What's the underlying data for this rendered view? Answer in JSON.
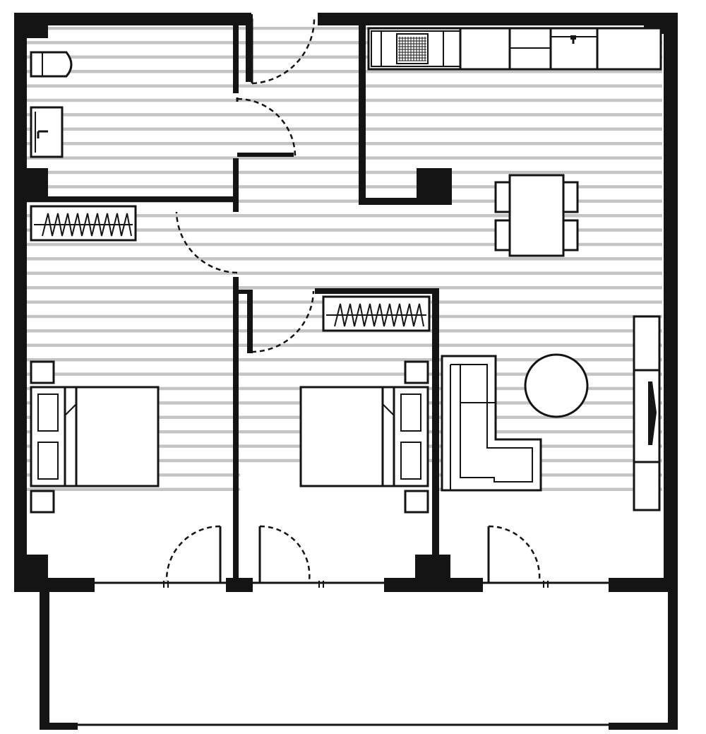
{
  "plan": {
    "colors": {
      "wall": "#141414",
      "floor_stripe": "#c4c4c4",
      "background": "#ffffff"
    },
    "rooms": [
      {
        "name": "bathroom",
        "fixtures": [
          "bathtub-icon",
          "sink-icon"
        ]
      },
      {
        "name": "hallway"
      },
      {
        "name": "kitchen-dining",
        "fixtures": [
          "kitchen-counter",
          "stove-icon",
          "sink-icon",
          "dining-table"
        ]
      },
      {
        "name": "bedroom-left",
        "fixtures": [
          "wardrobe-icon",
          "double-bed-icon",
          "nightstand"
        ]
      },
      {
        "name": "bedroom-middle",
        "fixtures": [
          "wardrobe-icon",
          "double-bed-icon",
          "nightstand"
        ]
      },
      {
        "name": "living-room",
        "fixtures": [
          "sofa-icon",
          "coffee-table-icon",
          "tv-unit-icon"
        ]
      },
      {
        "name": "balcony"
      }
    ]
  }
}
